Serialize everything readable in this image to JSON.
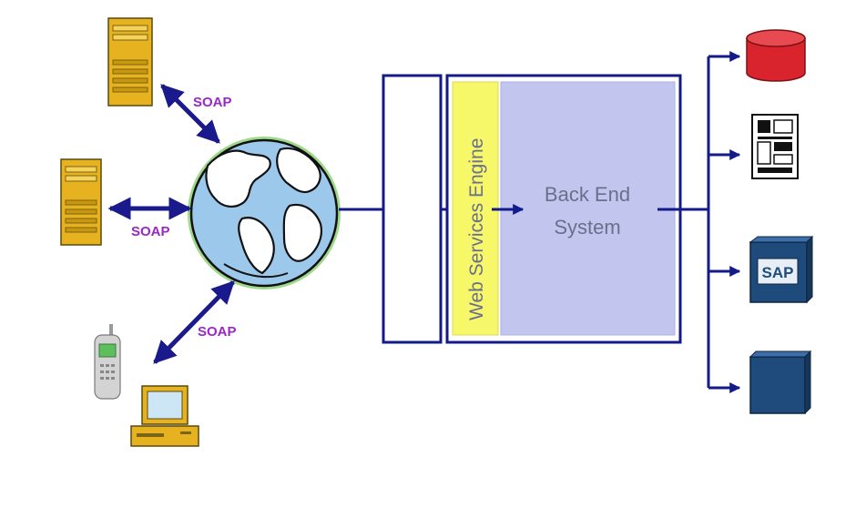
{
  "protocol_labels": [
    "SOAP",
    "SOAP",
    "SOAP"
  ],
  "engine": {
    "label": "Web Services Engine"
  },
  "backend": {
    "line1": "Back End",
    "line2": "System"
  },
  "sap_logo_text": "SAP",
  "icons": [
    "server-tower-icon",
    "server-tower-icon",
    "mobile-phone-icon",
    "desktop-computer-icon",
    "globe-icon",
    "database-icon",
    "mainframe-icon",
    "sap-icon",
    "blue-server-icon"
  ],
  "colors": {
    "arrow": "#1a1a8c",
    "soap_text": "#9b26c9",
    "frame": "#131b8a",
    "engine_fill": "#f7f76a",
    "backend_fill": "#c2c6ee",
    "backend_text": "#6a6f8a",
    "server_fill": "#e6b21f",
    "database_fill": "#d9232d",
    "sap_box": "#1f4a7c"
  }
}
